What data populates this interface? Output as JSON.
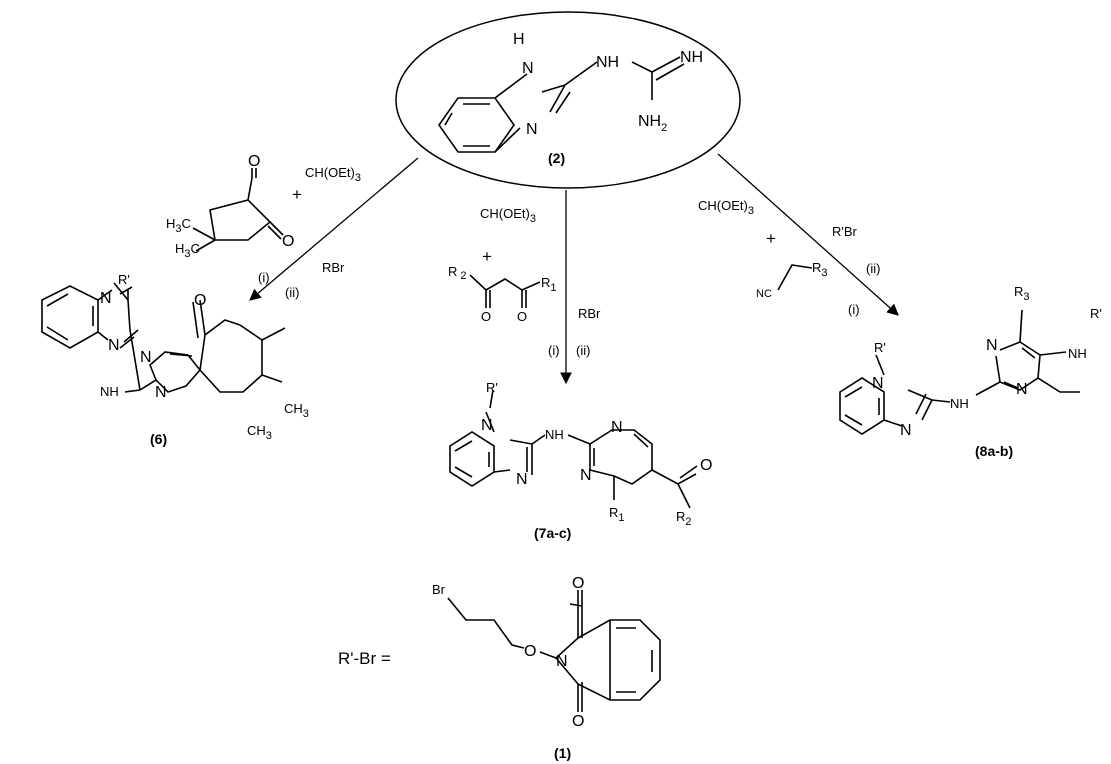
{
  "atoms": {
    "H": "H",
    "N": "N",
    "NH": "NH",
    "NH2": "NH",
    "sub2": "2",
    "O": "O",
    "Rp": "R'",
    "CH3": "CH",
    "H3": "H",
    "C": "C",
    "sub3": "3",
    "R": "R",
    "sub1": "1",
    "NC": "NC",
    "Br": "Br"
  },
  "compounds": {
    "c2": "(2)",
    "c6": "(6)",
    "c7": "(7a-c)",
    "c8": "(8a-b)",
    "c1": "(1)"
  },
  "reagents": {
    "ch_oet": "CH(OEt)",
    "ch_sub": "3",
    "plus": "+",
    "rbr": "RBr",
    "rpbr": "R'Br",
    "step_i": "(i)",
    "step_ii": "(ii)"
  },
  "definition": {
    "lhs": "R'-Br  ="
  }
}
